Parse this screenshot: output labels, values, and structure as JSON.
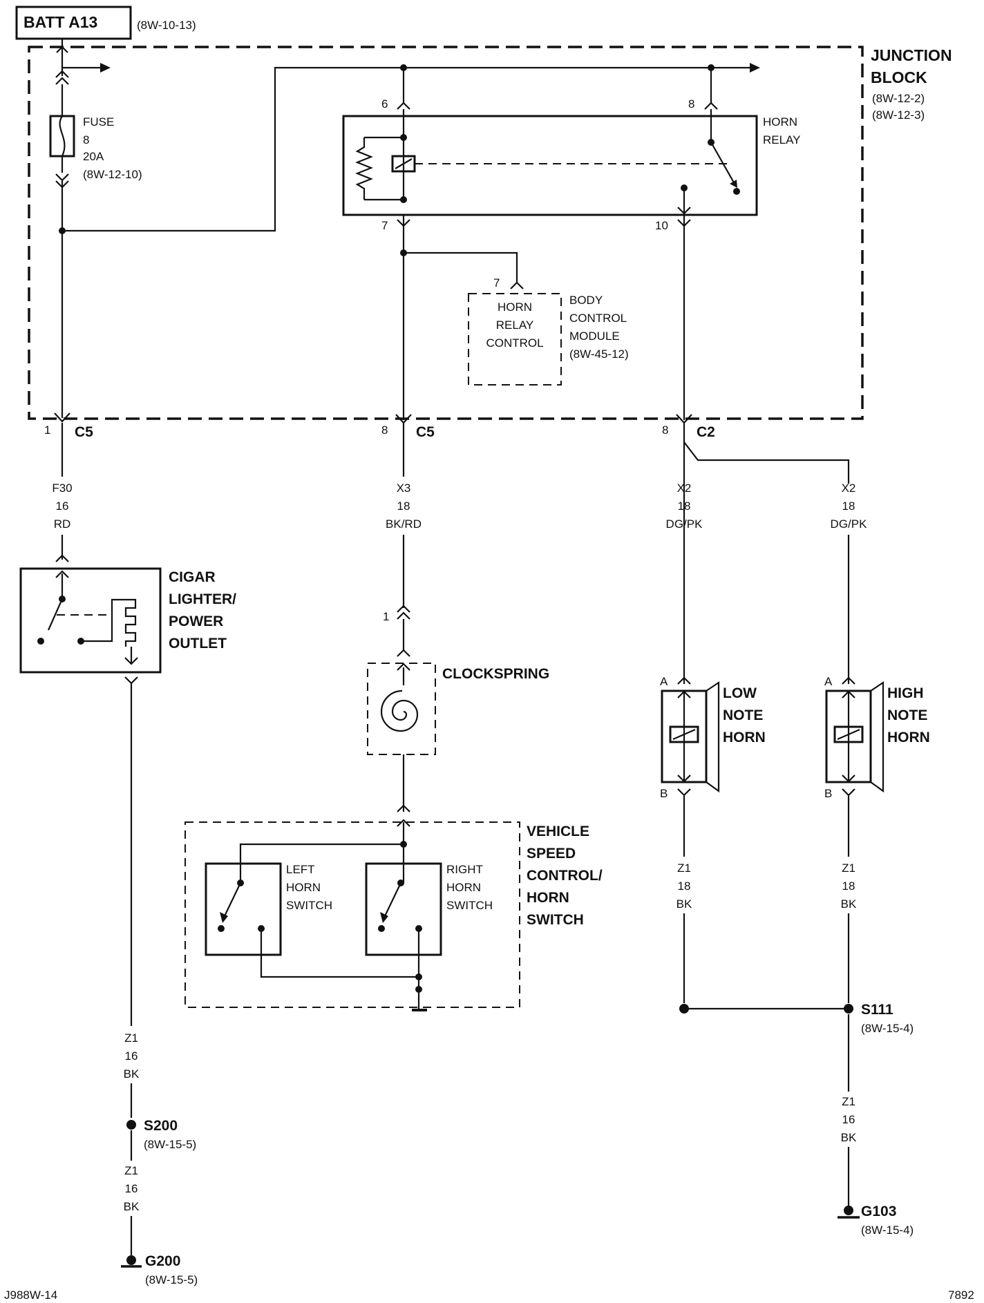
{
  "batt": {
    "label": "BATT A13",
    "ref": "(8W-10-13)"
  },
  "junction_block": {
    "title_line1": "JUNCTION",
    "title_line2": "BLOCK",
    "ref1": "(8W-12-2)",
    "ref2": "(8W-12-3)"
  },
  "fuse": {
    "label": "FUSE",
    "number": "8",
    "rating": "20A",
    "ref": "(8W-12-10)"
  },
  "horn_relay": {
    "line1": "HORN",
    "line2": "RELAY",
    "pins": {
      "p6": "6",
      "p8": "8",
      "p7": "7",
      "p10": "10"
    }
  },
  "bcm": {
    "pin": "7",
    "inner1": "HORN",
    "inner2": "RELAY",
    "inner3": "CONTROL",
    "line1": "BODY",
    "line2": "CONTROL",
    "line3": "MODULE",
    "ref": "(8W-45-12)"
  },
  "connectors": {
    "c5_left": {
      "pin": "1",
      "name": "C5"
    },
    "c5_mid": {
      "pin": "8",
      "name": "C5"
    },
    "c2": {
      "pin": "8",
      "name": "C2"
    }
  },
  "wires": {
    "f30": {
      "circuit": "F30",
      "gauge": "16",
      "color": "RD"
    },
    "x3": {
      "circuit": "X3",
      "gauge": "18",
      "color": "BK/RD"
    },
    "x2_low": {
      "circuit": "X2",
      "gauge": "18",
      "color": "DG/PK"
    },
    "x2_high": {
      "circuit": "X2",
      "gauge": "18",
      "color": "DG/PK"
    },
    "z1_cig_top": {
      "circuit": "Z1",
      "gauge": "16",
      "color": "BK"
    },
    "z1_cig_bot": {
      "circuit": "Z1",
      "gauge": "16",
      "color": "BK"
    },
    "z1_low": {
      "circuit": "Z1",
      "gauge": "18",
      "color": "BK"
    },
    "z1_high": {
      "circuit": "Z1",
      "gauge": "18",
      "color": "BK"
    },
    "z1_g103": {
      "circuit": "Z1",
      "gauge": "16",
      "color": "BK"
    }
  },
  "cigar": {
    "line1": "CIGAR",
    "line2": "LIGHTER/",
    "line3": "POWER",
    "line4": "OUTLET"
  },
  "clockspring": {
    "label": "CLOCKSPRING",
    "pin": "1"
  },
  "vsc": {
    "line1": "VEHICLE",
    "line2": "SPEED",
    "line3": "CONTROL/",
    "line4": "HORN",
    "line5": "SWITCH"
  },
  "left_switch": {
    "line1": "LEFT",
    "line2": "HORN",
    "line3": "SWITCH"
  },
  "right_switch": {
    "line1": "RIGHT",
    "line2": "HORN",
    "line3": "SWITCH"
  },
  "low_horn": {
    "line1": "LOW",
    "line2": "NOTE",
    "line3": "HORN",
    "pin_a": "A",
    "pin_b": "B"
  },
  "high_horn": {
    "line1": "HIGH",
    "line2": "NOTE",
    "line3": "HORN",
    "pin_a": "A",
    "pin_b": "B"
  },
  "splices": {
    "s200": {
      "name": "S200",
      "ref": "(8W-15-5)"
    },
    "s111": {
      "name": "S111",
      "ref": "(8W-15-4)"
    }
  },
  "grounds": {
    "g200": {
      "name": "G200",
      "ref": "(8W-15-5)"
    },
    "g103": {
      "name": "G103",
      "ref": "(8W-15-4)"
    }
  },
  "footer": {
    "left": "J988W-14",
    "right": "7892"
  }
}
